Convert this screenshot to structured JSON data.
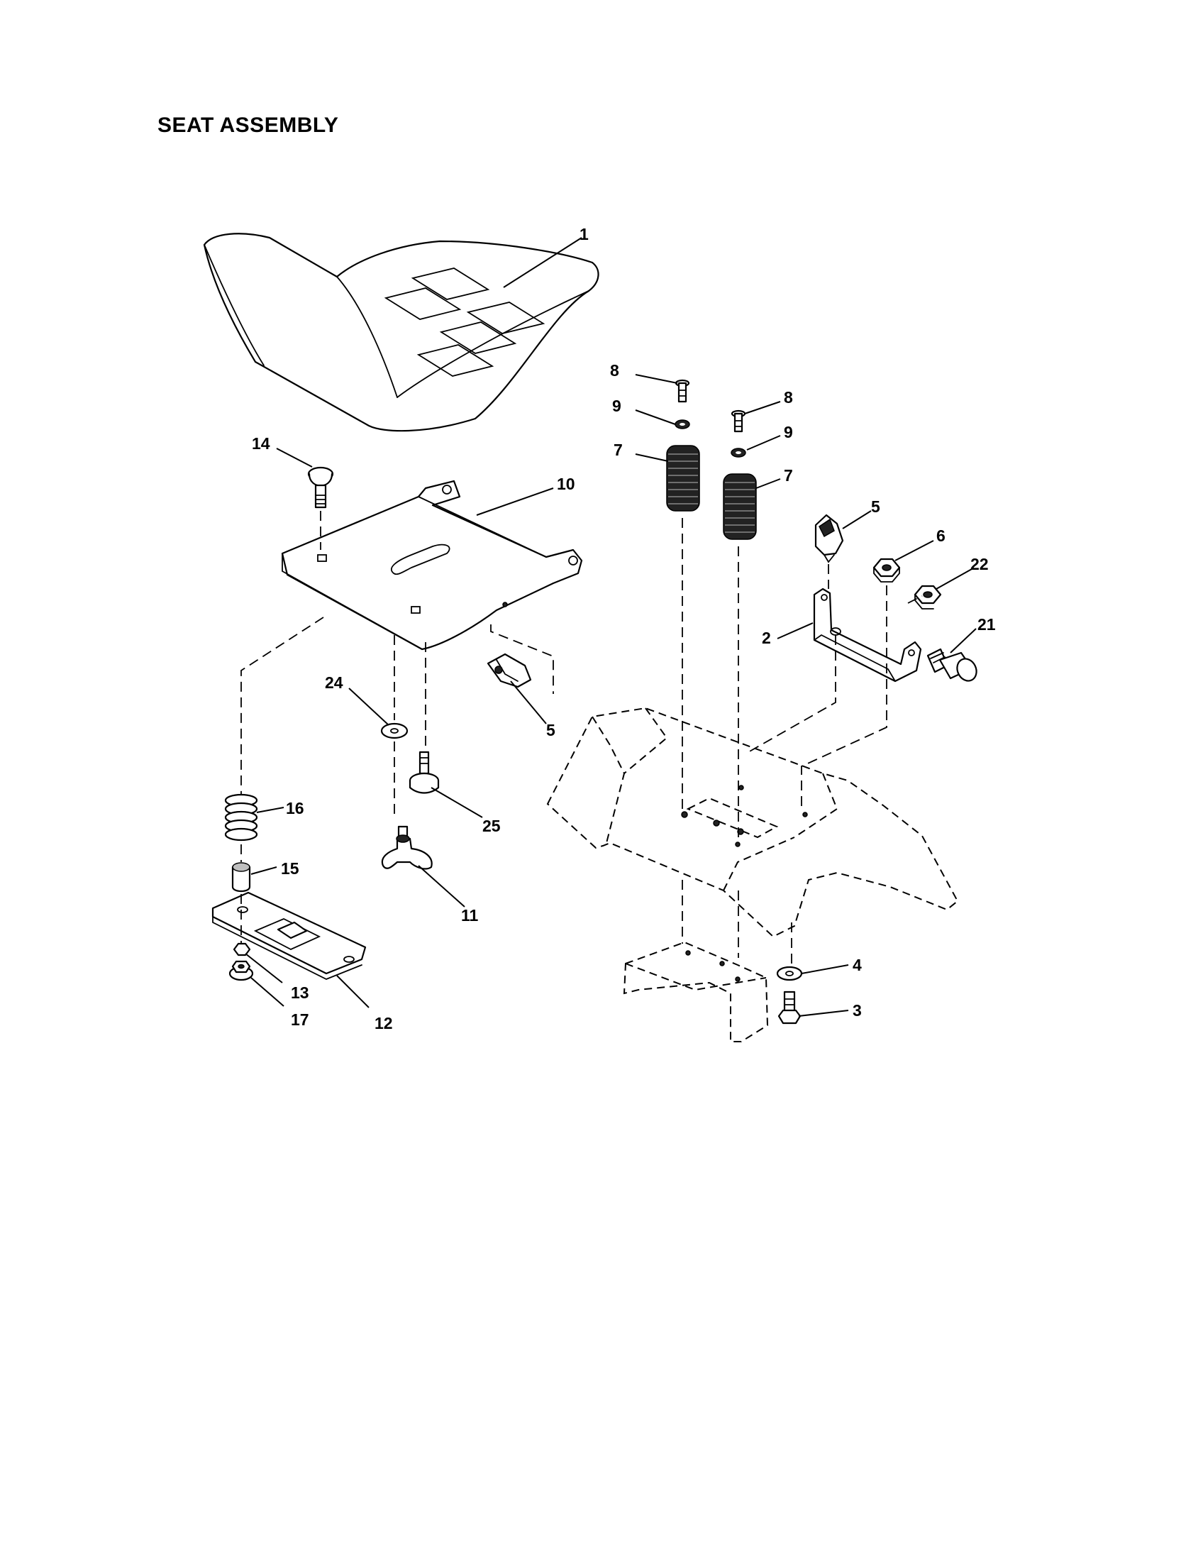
{
  "title": "SEAT ASSEMBLY",
  "callouts": {
    "c1": "1",
    "c2": "2",
    "c3": "3",
    "c4": "4",
    "c5a": "5",
    "c5b": "5",
    "c6": "6",
    "c7a": "7",
    "c7b": "7",
    "c8a": "8",
    "c8b": "8",
    "c9a": "9",
    "c9b": "9",
    "c10": "10",
    "c11": "11",
    "c12": "12",
    "c13": "13",
    "c14": "14",
    "c15": "15",
    "c16": "16",
    "c17": "17",
    "c21": "21",
    "c22": "22",
    "c24": "24",
    "c25": "25"
  }
}
